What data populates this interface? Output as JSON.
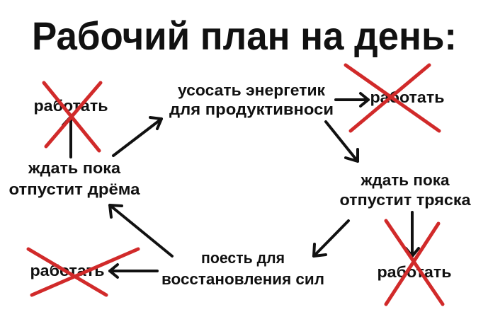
{
  "title": "Рабочий план на день:",
  "nodes": {
    "energy_line1": "усосать энергетик",
    "energy_line2": "для продуктивноси",
    "shake_line1": "ждать пока",
    "shake_line2": "отпустит тряска",
    "eat_line1": "поесть для",
    "eat_line2": "восстановления сил",
    "nap_line1": "ждать пока",
    "nap_line2": "отпустит дрёма"
  },
  "crossed_out": {
    "top_left": "работать",
    "top_right": "работать",
    "bottom_right": "работать",
    "bottom_left": "работать"
  },
  "colors": {
    "text": "#111111",
    "cross": "#d12a2a",
    "background": "#ffffff"
  }
}
